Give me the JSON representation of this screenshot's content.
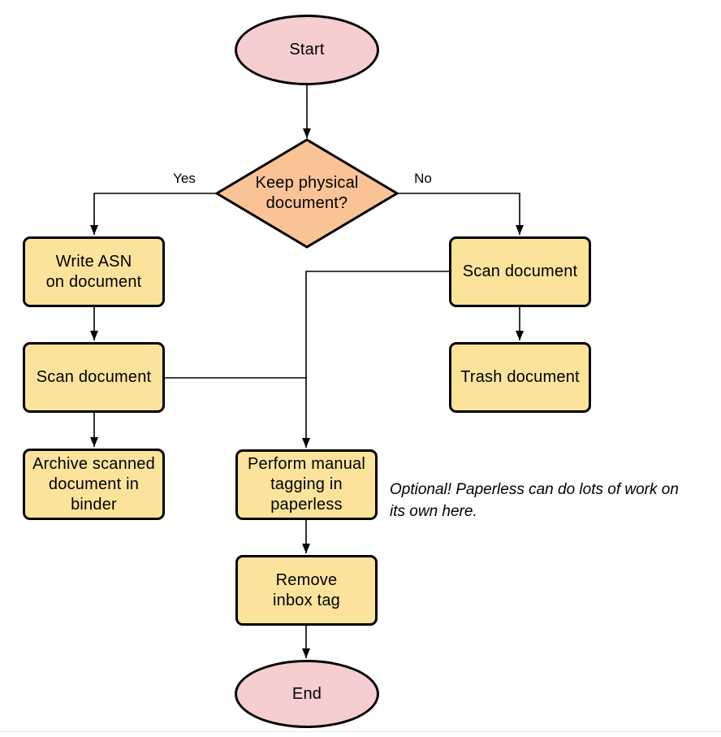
{
  "diagram": {
    "title_hint": "Paperless document intake flowchart",
    "colors": {
      "terminal_fill": "#F6CED0",
      "decision_fill": "#FAC396",
      "process_fill": "#FCE39B",
      "stroke": "#000000"
    },
    "nodes": {
      "start": {
        "type": "terminal",
        "label": "Start"
      },
      "decision": {
        "type": "decision",
        "label": "Keep physical\ndocument?"
      },
      "write_asn": {
        "type": "process",
        "label": "Write ASN\non document"
      },
      "scan_left": {
        "type": "process",
        "label": "Scan document"
      },
      "archive": {
        "type": "process",
        "label": "Archive scanned\ndocument in\nbinder"
      },
      "scan_right": {
        "type": "process",
        "label": "Scan document"
      },
      "trash": {
        "type": "process",
        "label": "Trash document"
      },
      "tagging": {
        "type": "process",
        "label": "Perform manual\ntagging in\npaperless"
      },
      "remove_tag": {
        "type": "process",
        "label": "Remove\ninbox tag"
      },
      "end": {
        "type": "terminal",
        "label": "End"
      }
    },
    "edge_labels": {
      "yes": "Yes",
      "no": "No"
    },
    "annotation": "Optional! Paperless can do lots of work on\nits own here."
  }
}
